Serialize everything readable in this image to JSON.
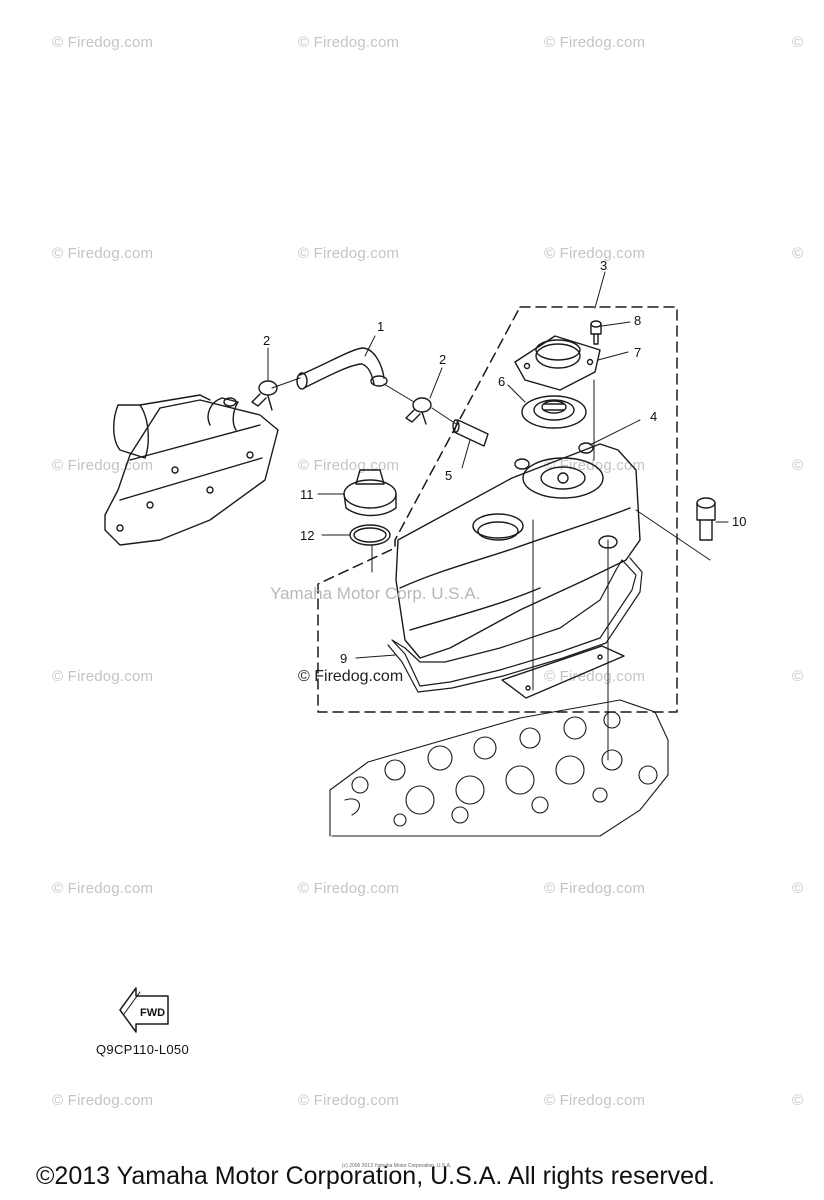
{
  "watermarks": {
    "grid_text": "© Firedog.com",
    "edge_text": "©",
    "overlay_text": "Yamaha Motor Corp. U.S.A.",
    "overlay_dark": "© Firedog.com"
  },
  "callouts": [
    "1",
    "2",
    "2",
    "3",
    "4",
    "5",
    "6",
    "7",
    "8",
    "9",
    "10",
    "11",
    "12"
  ],
  "diagram_code": "Q9CP110-L050",
  "fwd_label": "FWD",
  "fine_print": "(c) 2006 2013 Yamaha Motor Corporation, U.S.A.",
  "copyright": "©2013 Yamaha Motor Corporation, U.S.A. All rights reserved."
}
